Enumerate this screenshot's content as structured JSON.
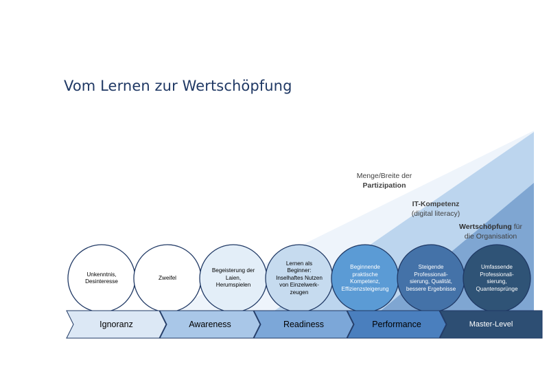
{
  "title": "Vom Lernen zur Wertschöpfung",
  "layers": [
    {
      "line1": "Menge/Breite der",
      "line2": "Partizipation",
      "color": "#eef4fb"
    },
    {
      "line1": "IT-Kompetenz",
      "line2": "(digital literacy)",
      "color": "#bcd5ee"
    },
    {
      "line1_bold": "Wertschöpfung",
      "line1_rest": " für",
      "line2": "die Organisation",
      "color": "#7fa6d2"
    }
  ],
  "circles": [
    {
      "text": "Unkenntnis,\nDesinteresse",
      "fill": "#ffffff",
      "text_color": "#000000"
    },
    {
      "text": "Zweifel",
      "fill": "#ffffff",
      "text_color": "#000000"
    },
    {
      "text": "Begeisterung der\nLaien,\nHerumspielen",
      "fill": "#e3eef8",
      "text_color": "#000000"
    },
    {
      "text": "Lernen als\nBeginner:\nInselhaftes Nutzen\nvon Einzelwerk-\nzeugen",
      "fill": "#c6dbef",
      "text_color": "#000000"
    },
    {
      "text": "Beginnende\npraktische\nKompetenz,\nEffizienzsteigerung",
      "fill": "#5b9bd5",
      "text_color": "#ffffff"
    },
    {
      "text": "Steigende\nProfessionali-\nsierung, Qualität,\nbessere Ergebnisse",
      "fill": "#4472a8",
      "text_color": "#ffffff"
    },
    {
      "text": "Umfassende\nProfessionali-\nsierung,\nQuantensprünge",
      "fill": "#2f5376",
      "text_color": "#ffffff"
    }
  ],
  "stages": [
    {
      "label": "Ignoranz",
      "fill": "#dce8f5",
      "text_color": "#000000"
    },
    {
      "label": "Awareness",
      "fill": "#a9c7e8",
      "text_color": "#000000"
    },
    {
      "label": "Readiness",
      "fill": "#7ca7d8",
      "text_color": "#000000"
    },
    {
      "label": "Performance",
      "fill": "#4a7fbe",
      "text_color": "#000000"
    },
    {
      "label": "Master-Level",
      "fill": "#2d4e73",
      "text_color": "#ffffff"
    }
  ]
}
